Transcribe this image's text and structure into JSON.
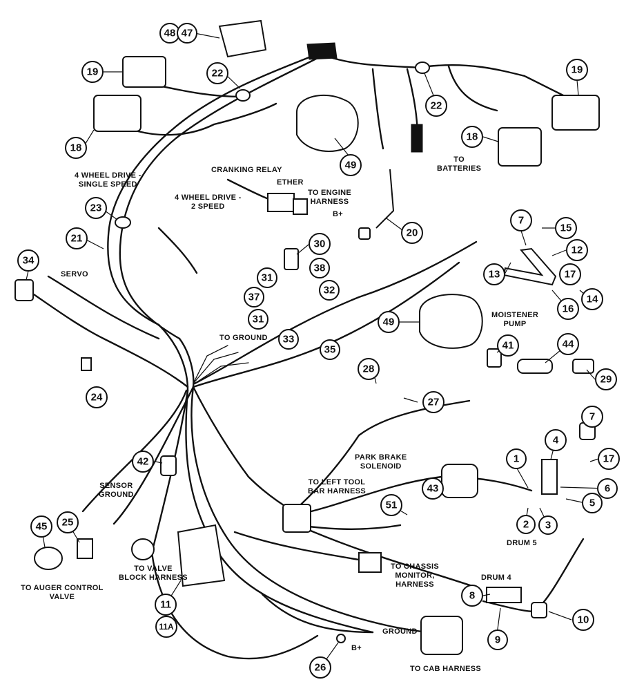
{
  "labels": {
    "four_wd_single_1": "4 WHEEL DRIVE -",
    "four_wd_single_2": "SINGLE SPEED",
    "cranking_relay": "CRANKING RELAY",
    "ether": "ETHER",
    "to_engine_1": "TO ENGINE",
    "to_engine_2": "HARNESS",
    "four_wd_two_1": "4 WHEEL DRIVE -",
    "four_wd_two_2": "2 SPEED",
    "b_plus_1": "B+",
    "servo": "SERVO",
    "to_batteries_1": "TO",
    "to_batteries_2": "BATTERIES",
    "moistener_1": "MOISTENER",
    "moistener_2": "PUMP",
    "to_ground": "TO GROUND",
    "park_brake_1": "PARK BRAKE",
    "park_brake_2": "SOLENOID",
    "sensor_ground_1": "SENSOR",
    "sensor_ground_2": "GROUND",
    "left_tool_1": "TO LEFT TOOL",
    "left_tool_2": "BAR HARNESS",
    "drum5": "DRUM 5",
    "drum4": "DRUM 4",
    "valve_block_1": "TO VALVE",
    "valve_block_2": "BLOCK HARNESS",
    "auger_1": "TO AUGER CONTROL",
    "auger_2": "VALVE",
    "chassis_1": "TO CHASSIS",
    "chassis_2": "MONITOR,",
    "chassis_3": "HARNESS",
    "ground": "GROUND",
    "b_plus_2": "B+",
    "to_cab": "TO CAB HARNESS"
  },
  "callouts": {
    "c48": "48",
    "c47": "47",
    "c19a": "19",
    "c22a": "22",
    "c18a": "18",
    "c19b": "19",
    "c22b": "22",
    "c18b": "18",
    "c49a": "49",
    "c23": "23",
    "c21": "21",
    "c20": "20",
    "c30": "30",
    "c34": "34",
    "c38": "38",
    "c31a": "31",
    "c32": "32",
    "c37": "37",
    "c31b": "31",
    "c33": "33",
    "c35": "35",
    "c7a": "7",
    "c15": "15",
    "c12": "12",
    "c13": "13",
    "c17a": "17",
    "c14": "14",
    "c16": "16",
    "c49b": "49",
    "c41": "41",
    "c44": "44",
    "c28": "28",
    "c29": "29",
    "c24": "24",
    "c27": "27",
    "c7b": "7",
    "c4": "4",
    "c17b": "17",
    "c42": "42",
    "c1": "1",
    "c6": "6",
    "c43": "43",
    "c5": "5",
    "c51": "51",
    "c2": "2",
    "c3": "3",
    "c45": "45",
    "c25": "25",
    "c8": "8",
    "c11": "11",
    "c11a": "11A",
    "c9": "9",
    "c10": "10",
    "c26": "26"
  }
}
